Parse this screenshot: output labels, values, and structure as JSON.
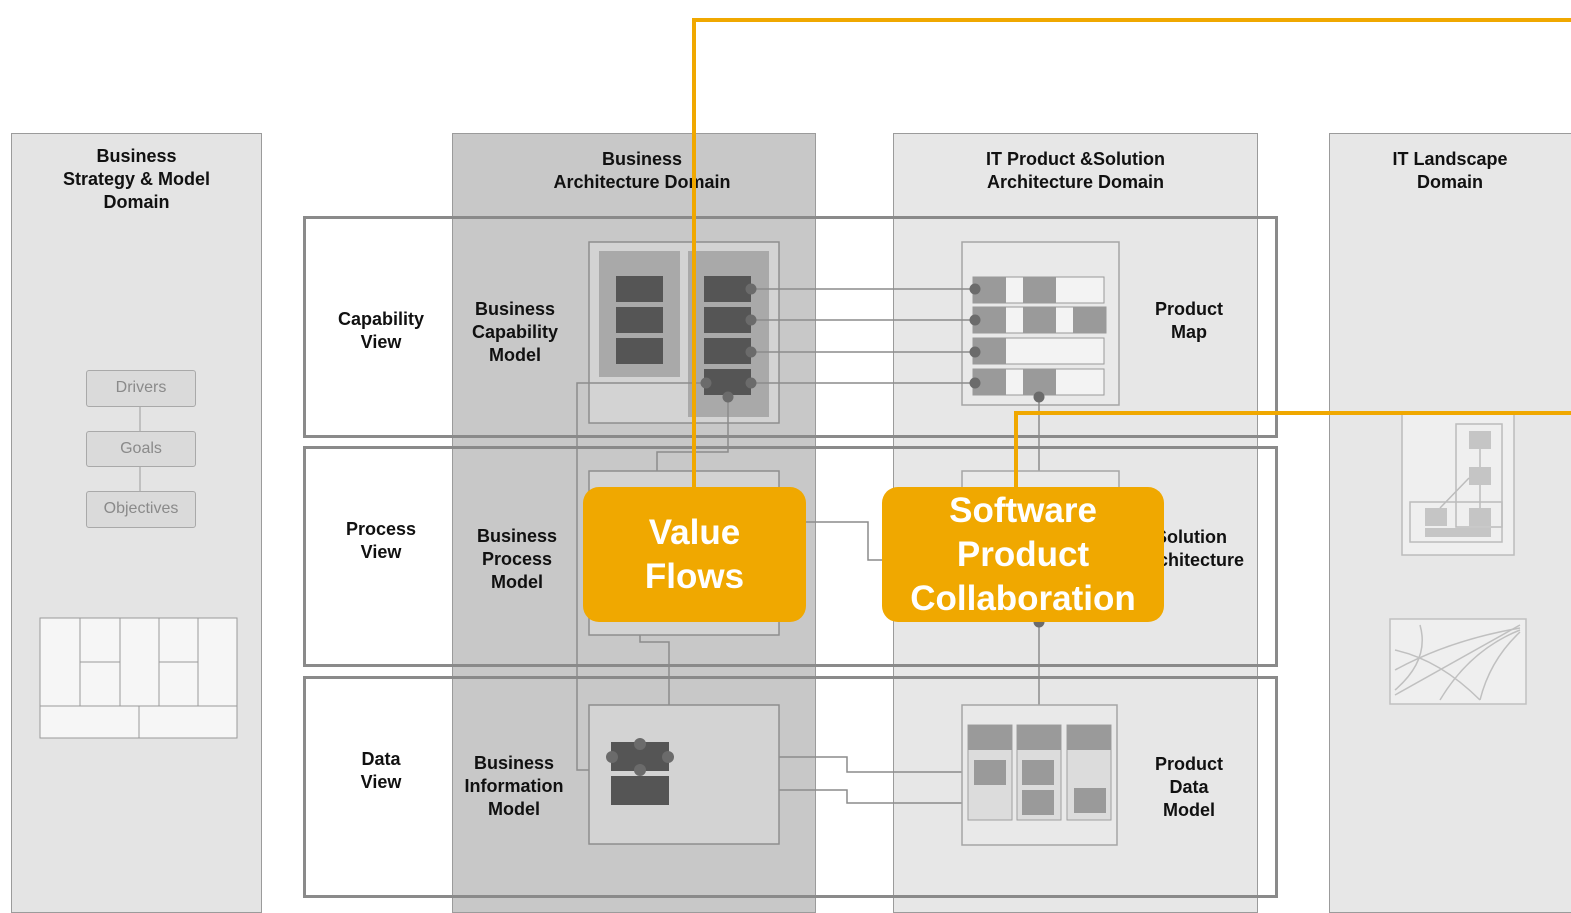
{
  "columns": {
    "strategy": {
      "title": "Business\nStrategy & Model\nDomain"
    },
    "business_arch": {
      "title": "Business\nArchitecture Domain"
    },
    "it_product": {
      "title": "IT Product &Solution\nArchitecture Domain"
    },
    "it_landscape": {
      "title": "IT Landscape\nDomain"
    }
  },
  "rows": {
    "capability": {
      "label": "Capability\nView",
      "business_model": "Business\nCapability\nModel",
      "it_model": "Product\nMap"
    },
    "process": {
      "label": "Process\nView",
      "business_model": "Business\nProcess\nModel",
      "it_model": "Solution\nArchitecture"
    },
    "data": {
      "label": "Data\nView",
      "business_model": "Business\nInformation\nModel",
      "it_model": "Product\nData\nModel"
    }
  },
  "strategy_items": [
    "Drivers",
    "Goals",
    "Objectives"
  ],
  "callouts": {
    "value_flows": "Value\nFlows",
    "software_collab": "Software\nProduct\nCollaboration"
  },
  "colors": {
    "accent": "#f0a800",
    "domain_fill": "#e6e6e6",
    "business_fill": "#c9c9c9",
    "dark_block": "#555555"
  }
}
